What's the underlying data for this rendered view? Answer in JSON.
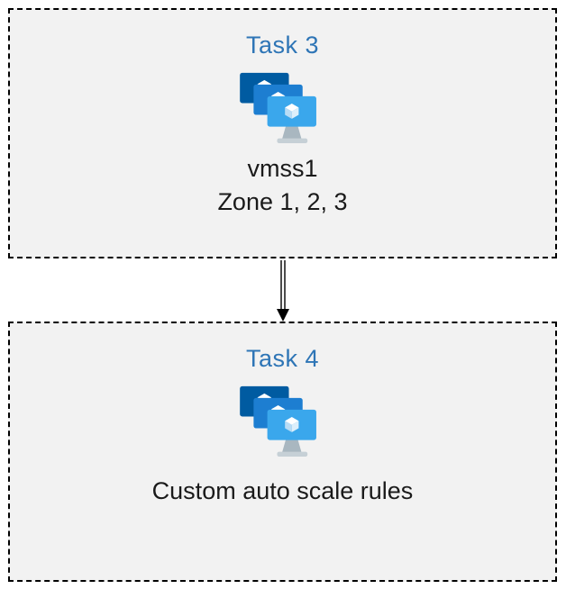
{
  "diagram": {
    "task3": {
      "title": "Task 3",
      "icon": "vm-scale-sets-icon",
      "line1": "vmss1",
      "line2": "Zone 1, 2, 3"
    },
    "task4": {
      "title": "Task 4",
      "icon": "vm-scale-sets-icon",
      "line1": "Custom auto scale rules"
    },
    "connector": "down-arrow"
  },
  "colors": {
    "box_bg": "#f2f2f2",
    "box_border": "#000000",
    "title_blue": "#2e75b6",
    "text_black": "#1a1a1a",
    "monitor_back": "#005ba1",
    "monitor_mid": "#1d7ed1",
    "monitor_front": "#3aa7ec",
    "cube_top": "#ffffff",
    "cube_left": "#b9dcf5",
    "cube_right": "#dceffb",
    "stand_gray": "#a9b7c0",
    "stand_base": "#c6d0d6",
    "arrow_black": "#000000"
  }
}
